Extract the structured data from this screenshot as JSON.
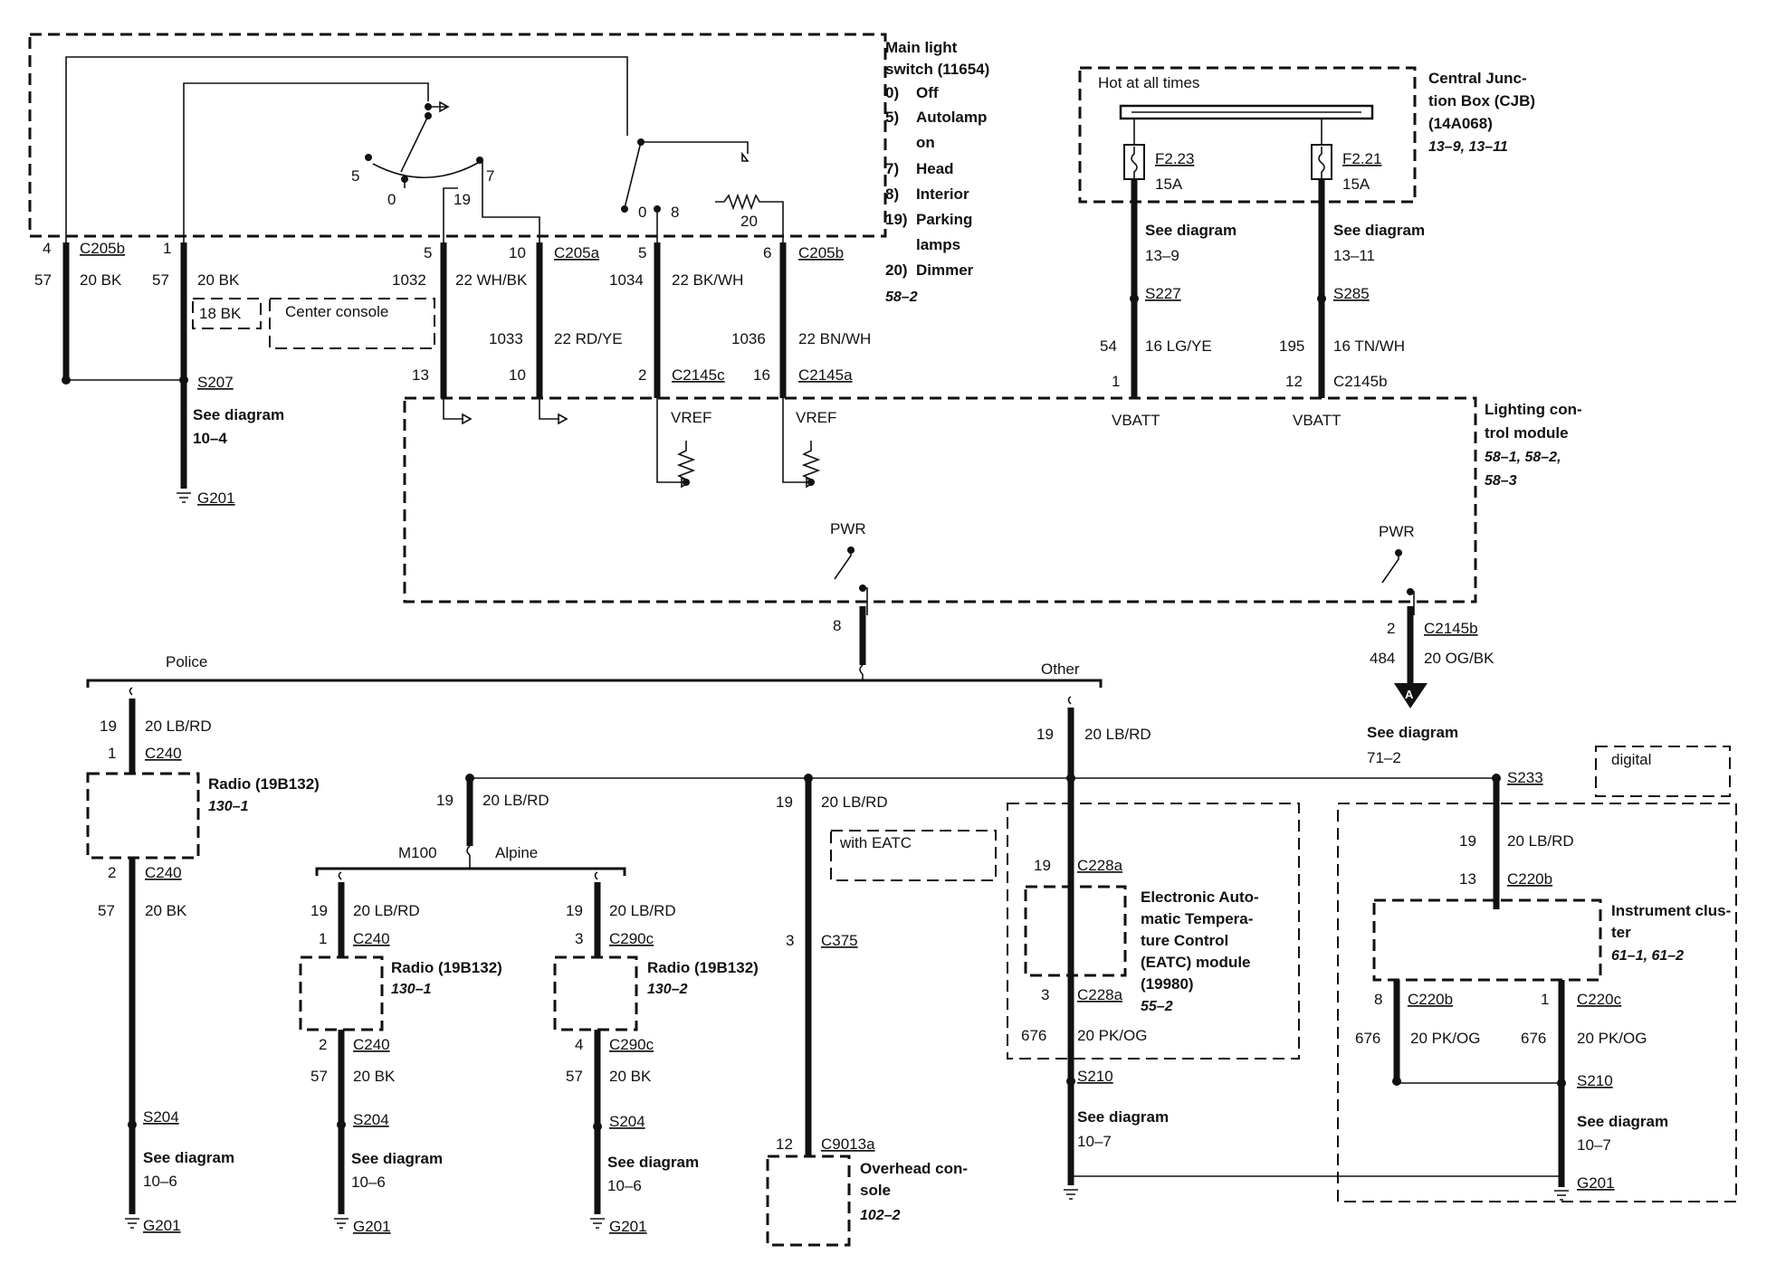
{
  "main_switch": {
    "title_l1": "Main light",
    "title_l2": "switch (11654)",
    "positions": [
      [
        "0)",
        "Off"
      ],
      [
        "5)",
        "Autolamp"
      ],
      [
        "",
        "on"
      ],
      [
        "7)",
        "Head"
      ],
      [
        "8)",
        "Interior"
      ],
      [
        "19)",
        "Parking"
      ],
      [
        "",
        "lamps"
      ],
      [
        "20)",
        "Dimmer"
      ]
    ],
    "ref": "58–2",
    "pos_5": "5",
    "pos_0": "0",
    "pos_19": "19",
    "pos_7": "7",
    "pos_0b": "0",
    "pos_8": "8",
    "pos_20": "20"
  },
  "cjb": {
    "hot_label": "Hot at all times",
    "title_lines": [
      "Central Junc-",
      "tion Box (CJB)",
      "(14A068)"
    ],
    "ref": "13–9, 13–11",
    "fuse1": {
      "id": "F2.23",
      "rating": "15A"
    },
    "fuse2": {
      "id": "F2.21",
      "rating": "15A"
    }
  },
  "top_wires": {
    "w1": {
      "pin": "4",
      "conn": "C205b",
      "circuit": "57",
      "spec": "20 BK"
    },
    "w2": {
      "pin": "1",
      "circuit": "57",
      "spec": "20 BK",
      "alt_spec": "18 BK",
      "option": "Center console",
      "splice": "S207",
      "see1": "See diagram",
      "see2": "10–4",
      "ground": "G201"
    },
    "w3": {
      "pin": "5",
      "circuit": "1032",
      "spec": "22 WH/BK",
      "pin_bottom": "13"
    },
    "w4": {
      "pin": "10",
      "conn": "C205a",
      "circuit": "1033",
      "spec": "22 RD/YE",
      "pin_bottom": "10"
    },
    "w5": {
      "pin": "5",
      "circuit": "1034",
      "spec": "22 BK/WH",
      "pin_bottom": "2",
      "conn_bottom": "C2145c"
    },
    "w6": {
      "pin": "6",
      "conn": "C205b",
      "circuit": "1036",
      "spec": "22 BN/WH",
      "pin_bottom": "16",
      "conn_bottom": "C2145a"
    },
    "w7": {
      "see1": "See diagram",
      "see2": "13–9",
      "splice": "S227",
      "circuit": "54",
      "spec": "16 LG/YE",
      "pin_bottom": "1"
    },
    "w8": {
      "see1": "See diagram",
      "see2": "13–11",
      "splice": "S285",
      "circuit": "195",
      "spec": "16 TN/WH",
      "pin_bottom": "12",
      "conn_bottom": "C2145b"
    }
  },
  "lcm": {
    "title_lines": [
      "Lighting con-",
      "trol module"
    ],
    "ref_lines": [
      "58–1, 58–2,",
      "58–3"
    ],
    "vref1": "VREF",
    "vref2": "VREF",
    "vbatt1": "VBATT",
    "vbatt2": "VBATT",
    "pwr1": "PWR",
    "pwr2": "PWR",
    "out1_pin": "8",
    "out2": {
      "pin": "2",
      "conn": "C2145b",
      "circuit": "484",
      "spec": "20 OG/BK",
      "connector": "A",
      "see1": "See diagram",
      "see2": "71–2"
    }
  },
  "branches": {
    "police": "Police",
    "other": "Other"
  },
  "police_radio": {
    "circuit": "19",
    "spec": "20 LB/RD",
    "pin_top": "1",
    "conn_top": "C240",
    "title": "Radio (19B132)",
    "ref": "130–1",
    "pin_bottom": "2",
    "conn_bottom": "C240",
    "gnd_circuit": "57",
    "gnd_spec": "20 BK",
    "splice": "S204",
    "see1": "See diagram",
    "see2": "10–6",
    "ground": "G201"
  },
  "radio_bus": {
    "circuit": "19",
    "spec": "20 LB/RD",
    "m100": "M100",
    "alpine": "Alpine"
  },
  "radio_m100": {
    "circuit": "19",
    "spec": "20 LB/RD",
    "pin_top": "1",
    "conn_top": "C240",
    "title": "Radio (19B132)",
    "ref": "130–1",
    "pin_bottom": "2",
    "conn_bottom": "C240",
    "gnd_circuit": "57",
    "gnd_spec": "20 BK",
    "splice": "S204",
    "see1": "See diagram",
    "see2": "10–6",
    "ground": "G201"
  },
  "radio_alpine": {
    "circuit": "19",
    "spec": "20 LB/RD",
    "pin_top": "3",
    "conn_top": "C290c",
    "title": "Radio (19B132)",
    "ref": "130–2",
    "pin_bottom": "4",
    "conn_bottom": "C290c",
    "gnd_circuit": "57",
    "gnd_spec": "20 BK",
    "splice": "S204",
    "see1": "See diagram",
    "see2": "10–6",
    "ground": "G201"
  },
  "overhead": {
    "circuit": "19",
    "spec": "20 LB/RD",
    "option": "with EATC",
    "pin_mid": "3",
    "conn_mid": "C375",
    "pin_bottom": "12",
    "conn_bottom": "C9013a",
    "title_lines": [
      "Overhead con-",
      "sole"
    ],
    "ref": "102–2"
  },
  "eatc": {
    "circuit": "19",
    "spec": "20 LB/RD",
    "pin_top": "19",
    "conn_top": "C228a",
    "title_lines": [
      "Electronic Auto-",
      "matic Tempera-",
      "ture Control",
      "(EATC) module",
      "(19980)"
    ],
    "ref": "55–2",
    "pin_bottom": "3",
    "conn_bottom": "C228a",
    "gnd_circuit": "676",
    "gnd_spec": "20 PK/OG",
    "splice": "S210",
    "see1": "See diagram",
    "see2": "10–7"
  },
  "cluster": {
    "splice_top": "S233",
    "option": "digital",
    "circuit": "19",
    "spec": "20 LB/RD",
    "pin_top": "13",
    "conn_top": "C220b",
    "title_lines": [
      "Instrument clus-",
      "ter"
    ],
    "ref": "61–1, 61–2",
    "l_pin": "8",
    "l_conn": "C220b",
    "l_circuit": "676",
    "l_spec": "20 PK/OG",
    "r_pin": "1",
    "r_conn": "C220c",
    "r_circuit": "676",
    "r_spec": "20 PK/OG",
    "splice": "S210",
    "see1": "See diagram",
    "see2": "10–7",
    "ground": "G201"
  }
}
